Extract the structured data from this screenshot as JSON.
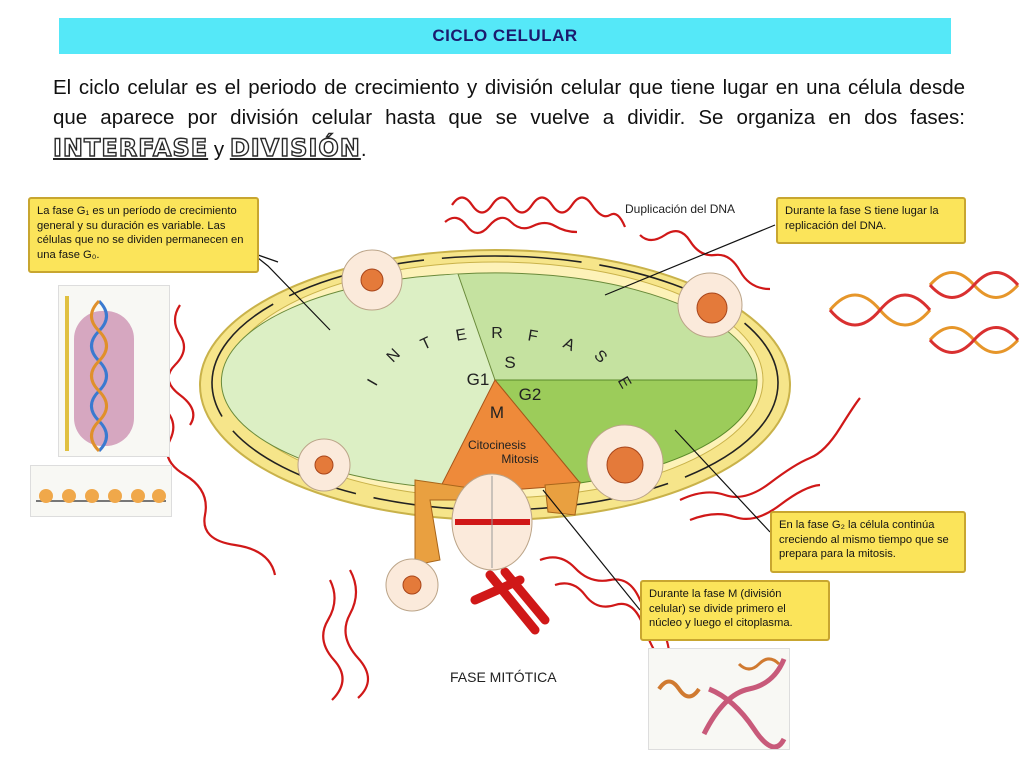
{
  "header": {
    "title": "CICLO CELULAR"
  },
  "intro": {
    "text": "El ciclo celular es el periodo de crecimiento y división  celular que tiene lugar en una célula desde que aparece por división celular hasta que se vuelve a dividir. Se organiza en dos fases: ",
    "word1": "INTERFASE",
    "joiner": " y ",
    "word2": "DIVISIÓN",
    "end": "."
  },
  "diagram": {
    "interfase_letters": [
      "I",
      "N",
      "T",
      "E",
      "R",
      "F",
      "A",
      "S",
      "E"
    ],
    "phase_s": "S",
    "phase_g1": "G1",
    "phase_g2": "G2",
    "phase_m": "M",
    "citocinesis": "Citocinesis",
    "mitosis": "Mitosis",
    "dna_duplication": "Duplicación del DNA",
    "fase_mitotica": "FASE MITÓTICA"
  },
  "notes": {
    "g1": "La fase G₁ es un período de crecimiento general y su duración es variable. Las células que no se dividen permanecen en una fase G₀.",
    "s": "Durante la fase S tiene lugar la replicación del DNA.",
    "g2": "En la fase G₂ la célula continúa creciendo al mismo tiempo que se prepara para la mitosis.",
    "m": "Durante la fase M (división celular) se divide primero el núcleo y luego el citoplasma."
  },
  "colors": {
    "title_bg": "#55e8f8",
    "note_bg": "#fbe45a",
    "g1_sector": "#dcefc4",
    "s_sector": "#c5e2a0",
    "g2_sector": "#9ccc5a",
    "m_sector": "#ee8a3a",
    "ring": "#f6e58a",
    "chromosome": "#d01818"
  }
}
